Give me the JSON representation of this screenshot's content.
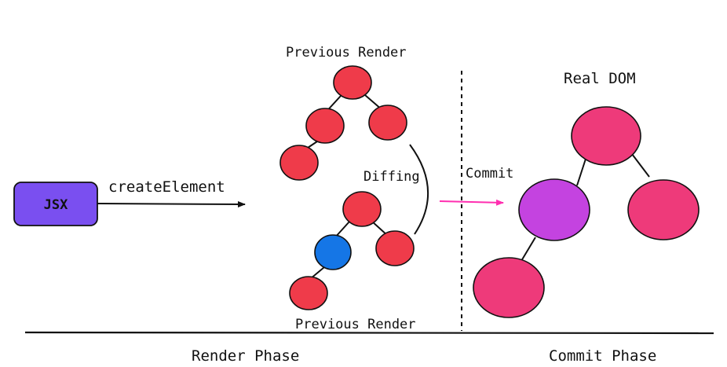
{
  "diagram": {
    "jsx_label": "JSX",
    "create_element_label": "createElement",
    "previous_render_top_label": "Previous Render",
    "previous_render_bottom_label": "Previous Render",
    "diffing_label": "Diffing",
    "commit_label": "Commit",
    "real_dom_label": "Real DOM",
    "render_phase_label": "Render Phase",
    "commit_phase_label": "Commit Phase"
  },
  "colors": {
    "jsx_box": "#7a4ff0",
    "vdom_node": "#ef3b4a",
    "changed_node": "#1576e6",
    "real_dom_node": "#ee3a7a",
    "real_dom_changed_node": "#c443e0",
    "commit_arrow": "#ff2fb0",
    "line": "#111111"
  }
}
